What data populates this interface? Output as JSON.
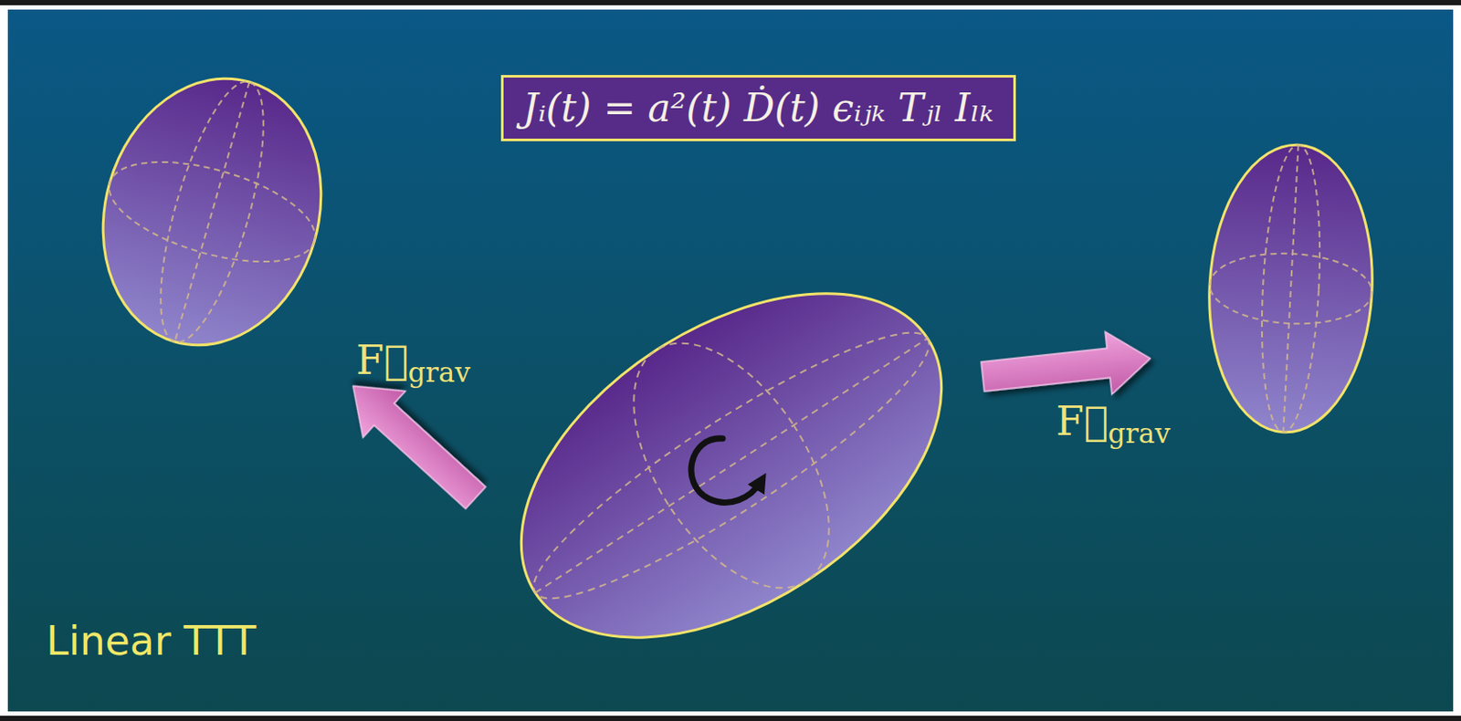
{
  "diagram": {
    "nodes": [
      {
        "text": [
          "Jᵢ(t) = a²(t) Ḋ(t) ϵᵢⱼₖ Tⱼₗ Iₗₖ"
        ]
      }
    ],
    "labels": [
      "F⃗grav",
      "F⃗grav",
      "Linear TTT"
    ]
  }
}
